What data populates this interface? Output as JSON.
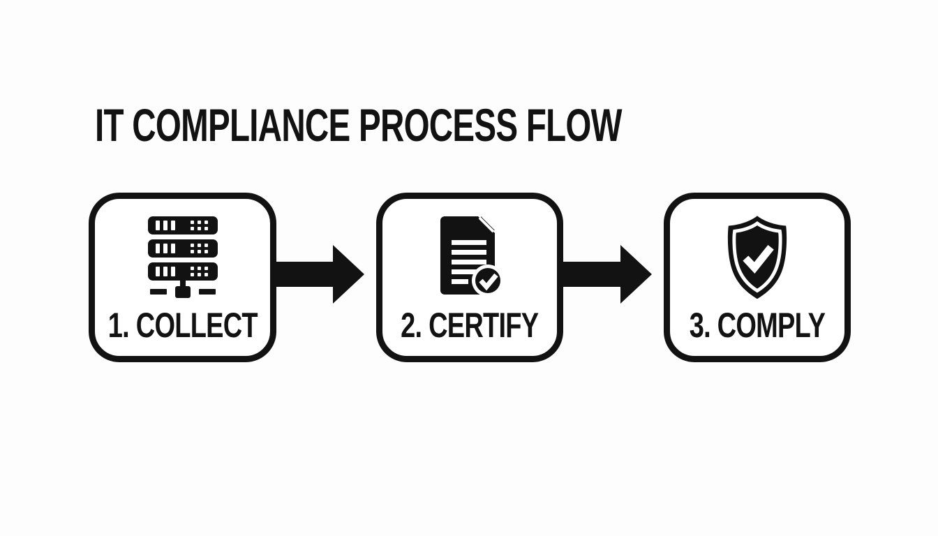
{
  "title": "IT COMPLIANCE PROCESS FLOW",
  "steps": [
    {
      "label": "1. COLLECT",
      "icon": "server-network-icon"
    },
    {
      "label": "2. CERTIFY",
      "icon": "document-check-icon"
    },
    {
      "label": "3. COMPLY",
      "icon": "shield-check-icon"
    }
  ],
  "connectors": [
    {
      "icon": "arrow-right-icon"
    },
    {
      "icon": "arrow-right-icon"
    }
  ],
  "colors": {
    "ink": "#121212",
    "background": "#fdfdfd",
    "box_background": "#ffffff"
  }
}
